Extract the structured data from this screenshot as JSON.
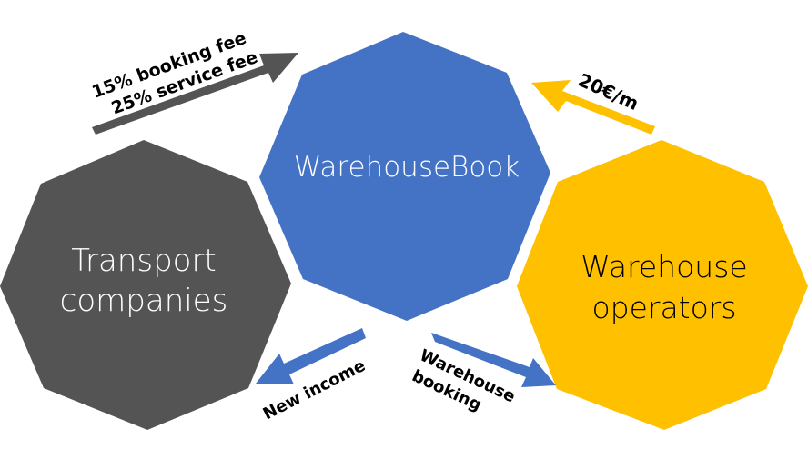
{
  "colors": {
    "platform": "#4472C4",
    "transport": "#545454",
    "warehouse": "#FFC000",
    "background": "#FFFFFF",
    "label_dark": "#000000",
    "label_light": "#FFFFFF"
  },
  "nodes": {
    "platform": {
      "label": "WarehouseBook"
    },
    "transport": {
      "line1": "Transport",
      "line2": "companies"
    },
    "warehouse": {
      "line1": "Warehouse",
      "line2": "operators"
    }
  },
  "arrows": {
    "fees": {
      "line1": "15% booking fee",
      "line2": "25% service fee",
      "from": "Transport companies",
      "to": "WarehouseBook"
    },
    "rent": {
      "label": "20€/m",
      "from": "Warehouse operators",
      "to": "WarehouseBook"
    },
    "income": {
      "label": "New income",
      "from": "WarehouseBook",
      "to": "Transport companies"
    },
    "booking": {
      "line1": "Warehouse",
      "line2": "booking",
      "from": "WarehouseBook",
      "to": "Warehouse operators"
    }
  }
}
